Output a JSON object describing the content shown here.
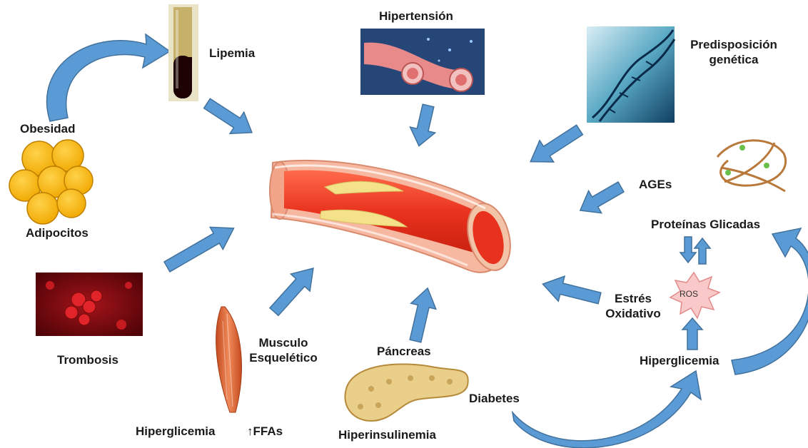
{
  "labels": {
    "lipemia": "Lipemia",
    "obesidad": "Obesidad",
    "adipocitos": "Adipocitos",
    "hipertension": "Hipertensión",
    "predisposicion_line1": "Predisposición",
    "predisposicion_line2": "genética",
    "ages": "AGEs",
    "proteinas_glicadas": "Proteínas Glicadas",
    "ros": "ROS",
    "estres_line1": "Estrés",
    "estres_line2": "Oxidativo",
    "hiperglicemia_right": "Hiperglicemia",
    "trombosis": "Trombosis",
    "musculo_line1": "Musculo",
    "musculo_line2": "Esquelético",
    "hiperglicemia_bottom": "Hiperglicemia",
    "ffas": "↑FFAs",
    "pancreas": "Páncreas",
    "diabetes": "Diabetes",
    "hiperinsulinemia": "Hiperinsulinemia"
  },
  "colors": {
    "arrow_blue": "#5b9bd5",
    "arrow_outline": "#41719c",
    "vessel_red": "#e8321e",
    "vessel_wall": "#f6b8a0",
    "plaque_yellow": "#f4e28a",
    "adipocyte_fill": "#f5b40c",
    "ros_fill": "#f9c9c9"
  }
}
